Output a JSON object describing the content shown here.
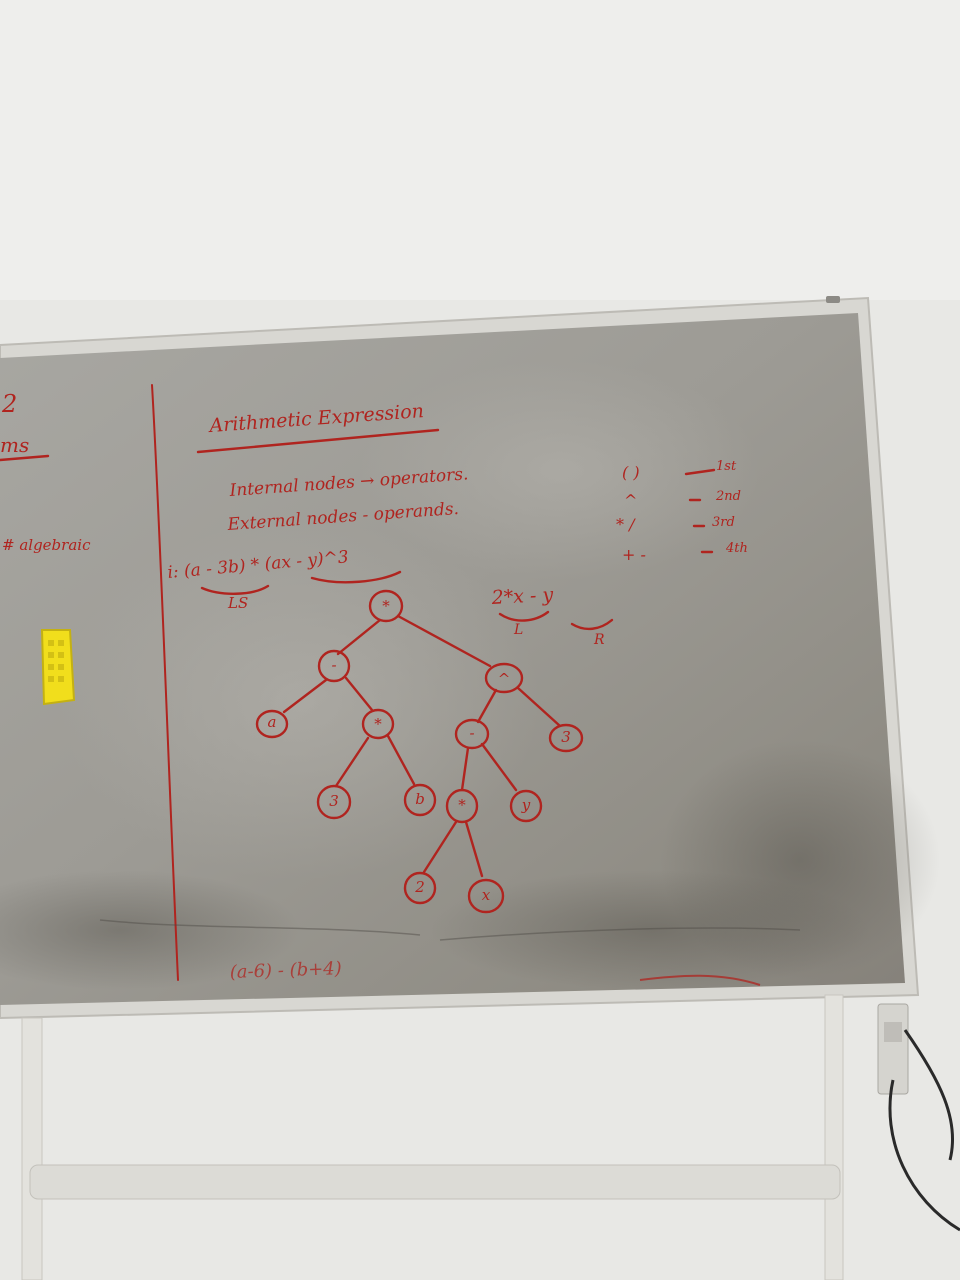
{
  "board": {
    "left_fragments": [
      "2",
      "ms",
      "# algebraic"
    ],
    "title": "Arithmetic Expression",
    "line_internal": "Internal nodes → operators.",
    "line_external": "External nodes - operands.",
    "expression": "i: (a - 3b) * (ax - y)^3",
    "expression_label": "LS",
    "side_expression": "2*x - y",
    "side_labels": [
      "L",
      "R"
    ],
    "precedence": [
      {
        "ops": "( )",
        "rank": "1st"
      },
      {
        "ops": "^",
        "rank": "2nd"
      },
      {
        "ops": "* /",
        "rank": "3rd"
      },
      {
        "ops": "+ -",
        "rank": "4th"
      }
    ],
    "bottom_scribble": "(a-6) - (b+4)",
    "tree": {
      "root": "*",
      "n_minus": "-",
      "n_pow": "^",
      "leaf_a": "a",
      "n_mul1": "*",
      "n_minus2": "-",
      "leaf_3": "3",
      "leaf_3b": "3",
      "leaf_b": "b",
      "n_mul2": "*",
      "leaf_y": "y",
      "leaf_2": "2",
      "leaf_x": "x"
    }
  },
  "colors": {
    "marker": "#b0241f",
    "board": "#a19f98",
    "frame": "#d6d5d0",
    "wall": "#e9e9e6",
    "eraser": "#f2e21a"
  },
  "icons": [
    "eraser-icon",
    "power-socket-icon"
  ]
}
